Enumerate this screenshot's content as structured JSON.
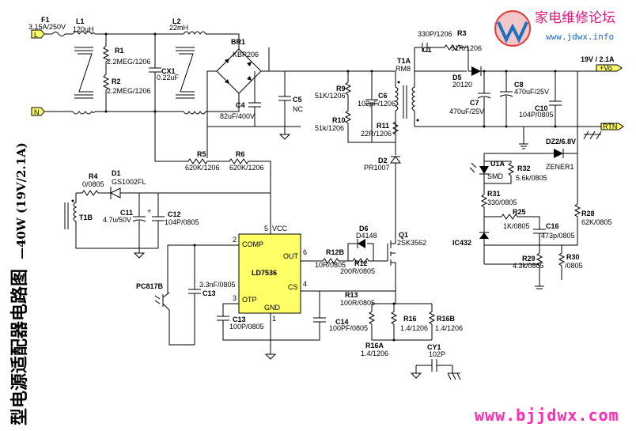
{
  "title": "型电源适配器电路图",
  "subtitle": "—40W (19V/2.1A)",
  "watermark": {
    "site_name": "家电维修论坛",
    "site_url": "www.jdwx.info",
    "bottom_url": "www.bjjdwx.com"
  },
  "ports": {
    "L": "L",
    "N": "N",
    "vo": "+Vo",
    "rtn": "RTN",
    "output_rating": "19V / 2.1A"
  },
  "components": {
    "F1": {
      "ref": "F1",
      "value": "3.15A/250V"
    },
    "L1": {
      "ref": "L1",
      "value": "120uH"
    },
    "R1": {
      "ref": "R1",
      "value": "2.2MEG/1206"
    },
    "R2": {
      "ref": "R2",
      "value": "2.2MEG/1206"
    },
    "CX1": {
      "ref": "CX1",
      "value": "0.22uF"
    },
    "L2": {
      "ref": "L2",
      "value": "22mH"
    },
    "BR1": {
      "ref": "BR1",
      "value": "KBP206"
    },
    "C4": {
      "ref": "C4",
      "value": "82uF/400V"
    },
    "C5": {
      "ref": "C5",
      "value": "NC"
    },
    "T1A": {
      "ref": "T1A",
      "value": "RM8"
    },
    "R9": {
      "ref": "R9",
      "value": "51K/1206"
    },
    "R10": {
      "ref": "R10",
      "value": "51k/1206"
    },
    "C6": {
      "ref": "C6",
      "value": "102pF/1206"
    },
    "R11": {
      "ref": "R11",
      "value": "22R/1206"
    },
    "D2": {
      "ref": "D2",
      "value": "PR1007"
    },
    "C1": {
      "ref": "C1",
      "value": "330P/1206"
    },
    "R3": {
      "ref": "R3",
      "value": "51R/1206"
    },
    "D5": {
      "ref": "D5",
      "value": "20120"
    },
    "C7": {
      "ref": "C7",
      "value": "470uF/25V"
    },
    "C8": {
      "ref": "C8",
      "value": "470uF/25V"
    },
    "C10": {
      "ref": "C10",
      "value": "104P/0805"
    },
    "R5": {
      "ref": "R5",
      "value": "620K/1206"
    },
    "R6": {
      "ref": "R6",
      "value": "620K/1206"
    },
    "R4": {
      "ref": "R4",
      "value": "0/0805"
    },
    "D1": {
      "ref": "D1",
      "value": "GS1002FL"
    },
    "T1B": {
      "ref": "T1B",
      "value": ""
    },
    "C11": {
      "ref": "C11",
      "value": "4.7u/50V"
    },
    "C12": {
      "ref": "C12",
      "value": "104P/0805"
    },
    "U": {
      "ref": "LD7536",
      "vcc": "VCC",
      "comp": "COMP",
      "out": "OUT",
      "otp": "OTP",
      "cs": "CS",
      "gnd": "GND"
    },
    "pins": {
      "p1": "1",
      "p2": "2",
      "p3": "3",
      "p4": "4",
      "p5": "5",
      "p6": "6"
    },
    "PC817B": {
      "ref": "PC817B",
      "value": ""
    },
    "C13a": {
      "ref": "C13",
      "value": "3.3nF/0805"
    },
    "C13b": {
      "ref": "C13",
      "value": "100P/0805"
    },
    "C14": {
      "ref": "C14",
      "value": "100PF/0805"
    },
    "D6": {
      "ref": "D6",
      "value": "D4148"
    },
    "R12B": {
      "ref": "R12B",
      "value": "10R/0805"
    },
    "R12": {
      "ref": "R12",
      "value": "200R/0805"
    },
    "Q1": {
      "ref": "Q1",
      "value": "2SK3562"
    },
    "R13": {
      "ref": "R13",
      "value": "100R/0805"
    },
    "R16": {
      "ref": "R16",
      "value": "1.4/1206"
    },
    "R16B": {
      "ref": "R16B",
      "value": "1.4/1206"
    },
    "R16A": {
      "ref": "R16A",
      "value": "1.4/1206"
    },
    "CY1": {
      "ref": "CY1",
      "value": "102P"
    },
    "DZ2": {
      "ref": "DZ2/6.8V",
      "value": "ZENER1"
    },
    "U1A": {
      "ref": "U1A",
      "value": "SMD"
    },
    "R32": {
      "ref": "R32",
      "value": "5.6k/0805"
    },
    "R31": {
      "ref": "R31",
      "value": "330/0805"
    },
    "R25": {
      "ref": "R25",
      "value": "1K/0805"
    },
    "C16": {
      "ref": "C16",
      "value": "473p/0805"
    },
    "R28": {
      "ref": "R28",
      "value": "62K/0805"
    },
    "IC432": {
      "ref": "IC432",
      "value": ""
    },
    "R29": {
      "ref": "R29",
      "value": "4.3k/0805"
    },
    "R30": {
      "ref": "R30",
      "value": "/0805"
    }
  }
}
